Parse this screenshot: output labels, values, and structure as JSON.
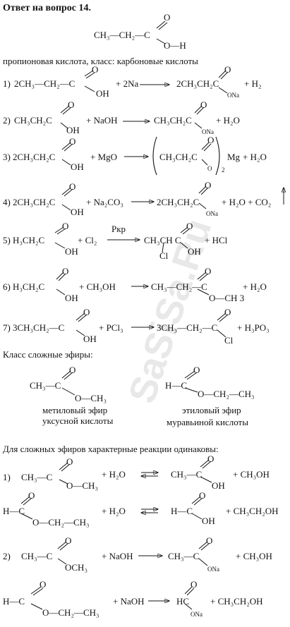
{
  "title": "Ответ на вопрос 14.",
  "class_acids": "пропионовая кислота, класс: карбоновые кислоты",
  "class_esters": "Класс сложные эфиры:",
  "esters_note": "Для сложных эфиров характерные реакции одинаковы:",
  "watermark": "SaSiSa.Ru",
  "ester1_name": [
    "метиловый эфир",
    "уксусной кислоты"
  ],
  "ester2_name": [
    "этиловый эфир",
    "муравьиной кислоты"
  ],
  "top_formula": {
    "chain": "CH₃—CH₂—C",
    "o": "O",
    "oh": "O—H"
  },
  "catalyst": "Pкр",
  "r1": {
    "n": "1)",
    "lhs": "2CH₃—CH₂—C",
    "o1": "O",
    "oh1": "OH",
    "plus": "+ 2Na",
    "rhs": "2CH₃CH₂C",
    "o2": "O",
    "ona": "ONa",
    "rest": "+  H₂"
  },
  "r2": {
    "n": "2)",
    "lhs": "CH₃CH₂C",
    "o1": "O",
    "oh1": "OH",
    "plus": "+ NaOH",
    "rhs": "CH₃CH₂C",
    "o2": "O",
    "ona": "ONa",
    "rest": "+  H₂O"
  },
  "r3": {
    "n": "3)",
    "lhs": "2CH₃CH₂C",
    "o1": "O",
    "oh1": "OH",
    "plus": "+ MgO",
    "rhs": "CH₃CH₂C",
    "o2": "O",
    "osub": "O",
    "two": "2",
    "mg": "Mg",
    "rest": "+  H₂O"
  },
  "r4": {
    "n": "4)",
    "lhs": "2CH₃CH₂C",
    "o1": "O",
    "oh1": "OH",
    "plus": "+ Na₂CO₃",
    "rhs": "2CH₃CH₂C",
    "o2": "O",
    "ona": "ONa",
    "rest": "+  H₂O  +  CO₂"
  },
  "r5": {
    "n": "5)",
    "lhs": "H₃CH₂C",
    "o1": "O",
    "oh1": "OH",
    "plus": "+ Cl₂",
    "rhs": "CH₃CH C",
    "cl": "Cl",
    "o2": "O",
    "oh2": "OH",
    "rest": "+  HCl"
  },
  "r6": {
    "n": "6)",
    "lhs": "H₃CH₂C",
    "o1": "O",
    "oh1": "OH",
    "plus": "+  CH₃OH",
    "rhs": "CH₃—CH₂—C",
    "o2": "O",
    "och3": "O—CH 3",
    "rest": "+  H₂O"
  },
  "r7": {
    "n": "7)",
    "lhs": "3CH₃CH₂—C",
    "o1": "O",
    "oh1": "OH",
    "plus": "+ PCl₃",
    "rhs": "3CH₃—CH₂—C",
    "o2": "O",
    "cl": "Cl",
    "rest": "+  H₃PO₃"
  },
  "e1": {
    "lhs": "CH₃—C",
    "o": "O",
    "och3": "O—CH₃"
  },
  "e2": {
    "lhs": "H—C",
    "o": "O",
    "oet": "O—CH₂—CH₃"
  },
  "h1": {
    "n": "1)",
    "lhs": "CH₃—C",
    "o1": "O",
    "och3": "O—CH₃",
    "plus": "+  H₂O",
    "rhs": "CH₃—C",
    "o2": "O",
    "oh2": "OH",
    "rest": "+  CH₃OH"
  },
  "h2": {
    "lhs": "H—C",
    "o1": "O",
    "oet": "O—CH₂—CH₃",
    "plus": "+  H₂O",
    "rhs": "H—C",
    "o2": "O",
    "oh2": "OH",
    "rest": "+  CH₃CH₂OH"
  },
  "s1": {
    "n": "2)",
    "lhs": "CH₃—C",
    "o1": "O",
    "och3": "OCH₃",
    "plus": "+  NaOH",
    "rhs": "CH₃—C",
    "o2": "O",
    "ona": "ONa",
    "rest": "+  CH₃OH"
  },
  "s2": {
    "lhs": "H—C",
    "o1": "O",
    "oet": "O—CH₂—CH₃",
    "plus": "+  NaOH",
    "rhs": "HC",
    "o2": "O",
    "ona": "ONa",
    "rest": "+  CH₃CH₂OH"
  }
}
